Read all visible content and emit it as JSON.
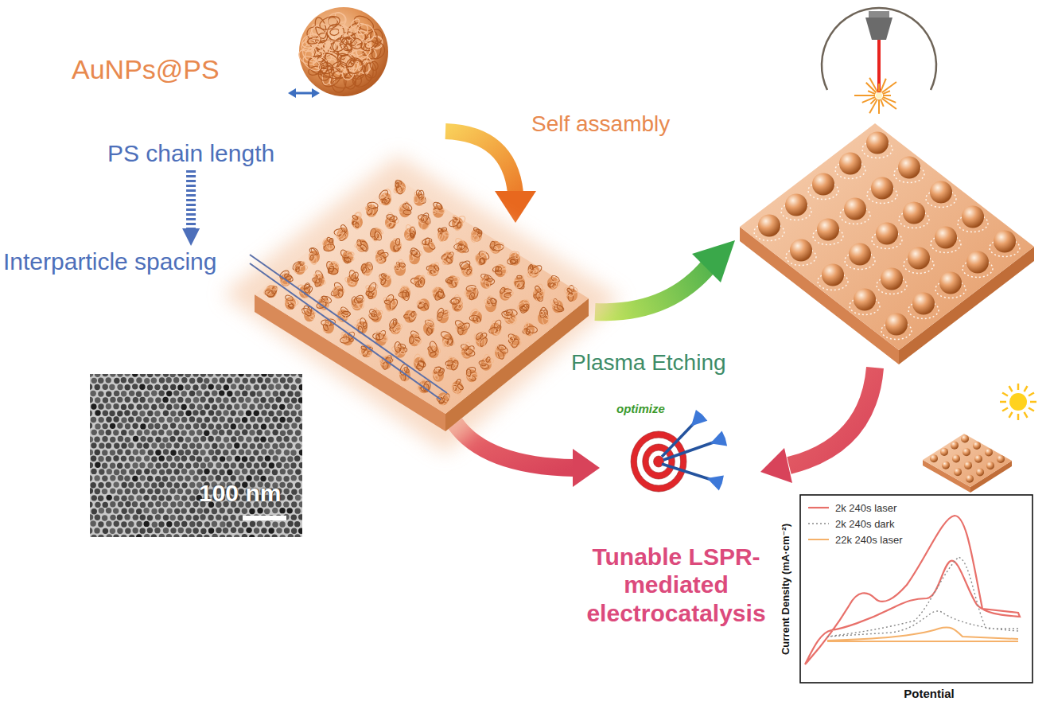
{
  "diagram": {
    "nodes": [
      {
        "text": [
          "AuNPs@PS"
        ]
      },
      {
        "text": [
          "PS chain length"
        ]
      },
      {
        "text": [
          "Interparticle spacing"
        ]
      },
      {
        "text": [
          "optimize",
          "Tunable LSPR-mediated electrocatalysis"
        ]
      }
    ],
    "edges": [
      {
        "from": 1,
        "to": 2,
        "arrow": "to"
      }
    ],
    "labels": [
      "Self assambly",
      "Plasma Etching",
      "100 nm",
      "Current Density (mA·cm⁻²)",
      "Potential"
    ],
    "legend": [
      {
        "text": "2k 240s laser"
      },
      {
        "text": "2k 240s dark"
      },
      {
        "text": "22k 240s laser"
      }
    ]
  }
}
